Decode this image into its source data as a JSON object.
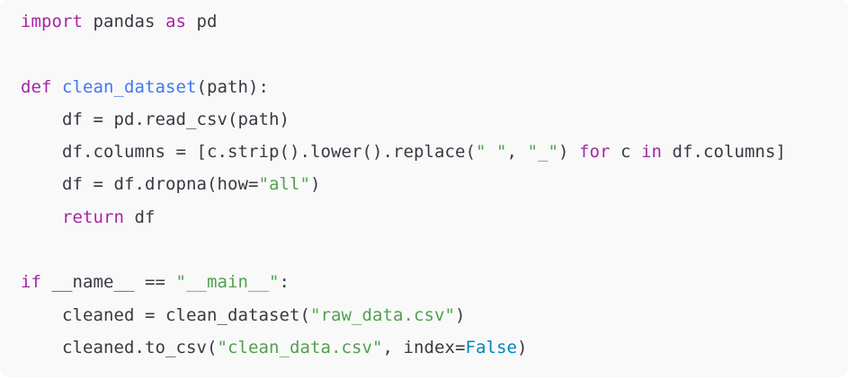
{
  "code": {
    "language": "python",
    "colors": {
      "kw": "#a626a4",
      "fn": "#4078f2",
      "str": "#50a14f",
      "lit": "#0184bc",
      "plain": "#383a42"
    },
    "lines": [
      [
        [
          "kw",
          "import"
        ],
        [
          "plain",
          " pandas "
        ],
        [
          "kw",
          "as"
        ],
        [
          "plain",
          " pd"
        ]
      ],
      [],
      [
        [
          "kw",
          "def"
        ],
        [
          "plain",
          " "
        ],
        [
          "fn",
          "clean_dataset"
        ],
        [
          "plain",
          "(path):"
        ]
      ],
      [
        [
          "plain",
          "    df = pd.read_csv(path)"
        ]
      ],
      [
        [
          "plain",
          "    df.columns = [c.strip().lower().replace("
        ],
        [
          "str",
          "\" \""
        ],
        [
          "plain",
          ", "
        ],
        [
          "str",
          "\"_\""
        ],
        [
          "plain",
          ") "
        ],
        [
          "kw",
          "for"
        ],
        [
          "plain",
          " c "
        ],
        [
          "kw",
          "in"
        ],
        [
          "plain",
          " df.columns]"
        ]
      ],
      [
        [
          "plain",
          "    df = df.dropna(how="
        ],
        [
          "str",
          "\"all\""
        ],
        [
          "plain",
          ")"
        ]
      ],
      [
        [
          "plain",
          "    "
        ],
        [
          "kw",
          "return"
        ],
        [
          "plain",
          " df"
        ]
      ],
      [],
      [
        [
          "kw",
          "if"
        ],
        [
          "plain",
          " __name__ == "
        ],
        [
          "str",
          "\"__main__\""
        ],
        [
          "plain",
          ":"
        ]
      ],
      [
        [
          "plain",
          "    cleaned = clean_dataset("
        ],
        [
          "str",
          "\"raw_data.csv\""
        ],
        [
          "plain",
          ")"
        ]
      ],
      [
        [
          "plain",
          "    cleaned.to_csv("
        ],
        [
          "str",
          "\"clean_data.csv\""
        ],
        [
          "plain",
          ", index="
        ],
        [
          "lit",
          "False"
        ],
        [
          "plain",
          ")"
        ]
      ]
    ]
  }
}
